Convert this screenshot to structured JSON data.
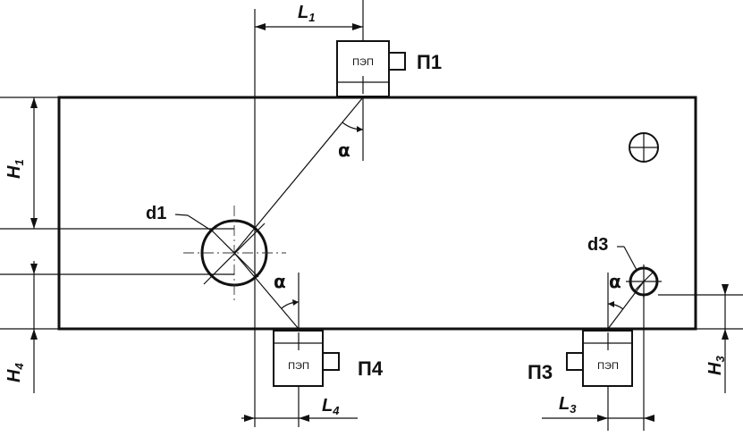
{
  "labels": {
    "L1": "L",
    "L1_sub": "1",
    "L3": "L",
    "L3_sub": "3",
    "L4": "L",
    "L4_sub": "4",
    "H1": "H",
    "H1_sub": "1",
    "H3": "H",
    "H3_sub": "3",
    "H4": "H",
    "H4_sub": "4",
    "d1": "d1",
    "d3": "d3",
    "alpha": "α"
  },
  "probes": [
    {
      "id": "p1",
      "name": "П1",
      "box_text": "ПЭП"
    },
    {
      "id": "p3",
      "name": "П3",
      "box_text": "ПЭП"
    },
    {
      "id": "p4",
      "name": "П4",
      "box_text": "ПЭП"
    }
  ]
}
